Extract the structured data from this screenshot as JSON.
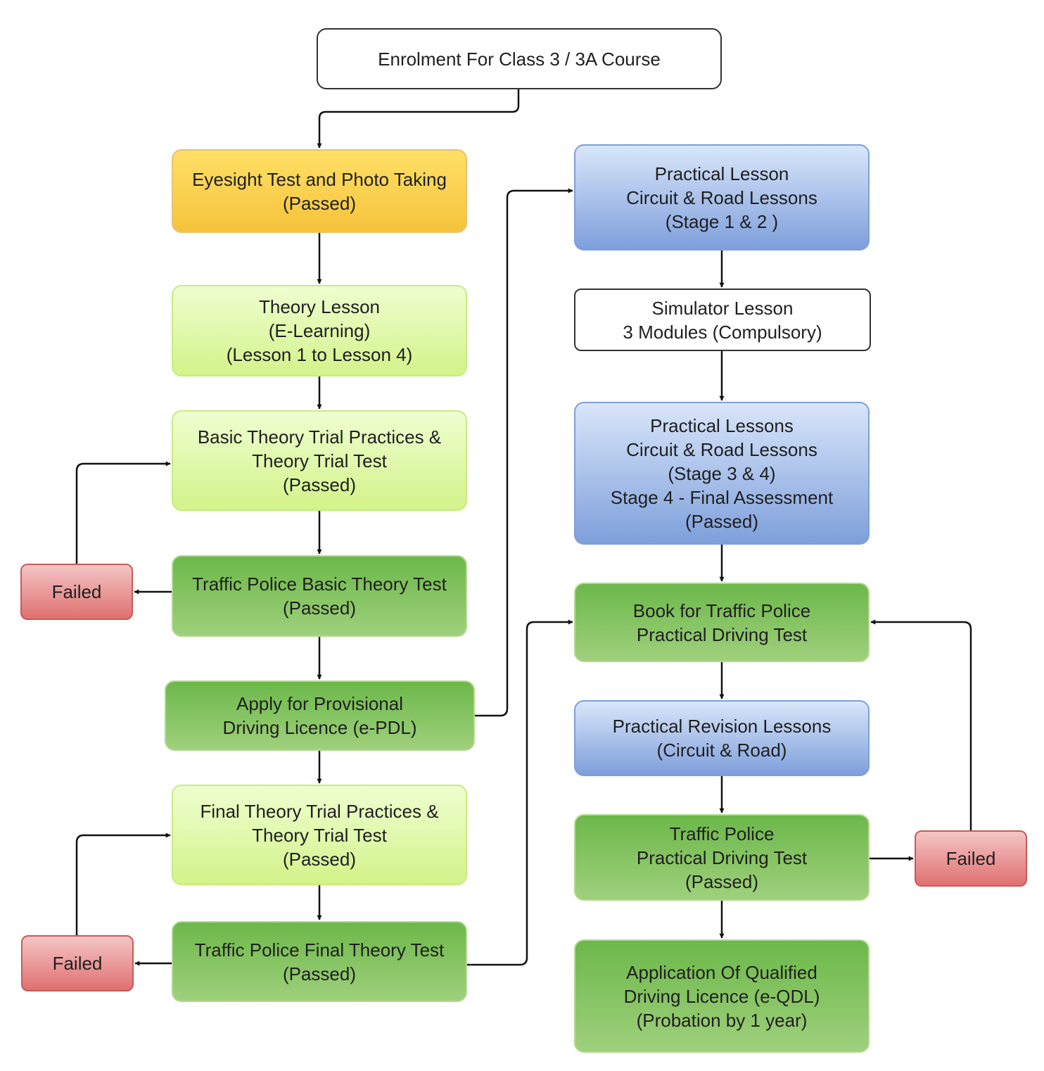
{
  "nodes": {
    "enrolment": [
      "Enrolment For Class 3 / 3A Course"
    ],
    "eyesight": [
      "Eyesight Test and Photo Taking",
      "(Passed)"
    ],
    "theory_lesson": [
      "Theory Lesson",
      "(E-Learning)",
      "(Lesson 1 to Lesson 4)"
    ],
    "basic_trial": [
      "Basic Theory Trial Practices &",
      "Theory Trial Test",
      "(Passed)"
    ],
    "failed_basic": [
      "Failed"
    ],
    "basic_theory_test": [
      "Traffic Police Basic Theory Test",
      "(Passed)"
    ],
    "provisional": [
      "Apply for Provisional",
      "Driving Licence (e-PDL)"
    ],
    "final_trial": [
      "Final Theory Trial Practices &",
      "Theory Trial Test",
      "(Passed)"
    ],
    "failed_final": [
      "Failed"
    ],
    "final_theory_test": [
      "Traffic Police Final Theory Test",
      "(Passed)"
    ],
    "practical_1_2": [
      "Practical Lesson",
      "Circuit & Road Lessons",
      "(Stage 1 & 2 )"
    ],
    "simulator": [
      "Simulator Lesson",
      "3 Modules (Compulsory)"
    ],
    "practical_3_4": [
      "Practical Lessons",
      "Circuit & Road Lessons",
      "(Stage 3 & 4)",
      "Stage 4 - Final Assessment",
      "(Passed)"
    ],
    "book_test": [
      "Book for Traffic Police",
      "Practical Driving Test"
    ],
    "revision": [
      "Practical Revision Lessons",
      "(Circuit & Road)"
    ],
    "practical_test": [
      "Traffic Police",
      "Practical Driving Test",
      "(Passed)"
    ],
    "failed_practical": [
      "Failed"
    ],
    "qdl": [
      "Application Of Qualified",
      "Driving Licence (e-QDL)",
      "(Probation by 1 year)"
    ]
  },
  "colors": {
    "white": "#ffffff",
    "yellow": "#f5c33b",
    "light_green": "#d3f38a",
    "dark_green": "#6cb84a",
    "blue": "#7e9fdb",
    "red": "#e07070",
    "arrow": "#111111"
  }
}
